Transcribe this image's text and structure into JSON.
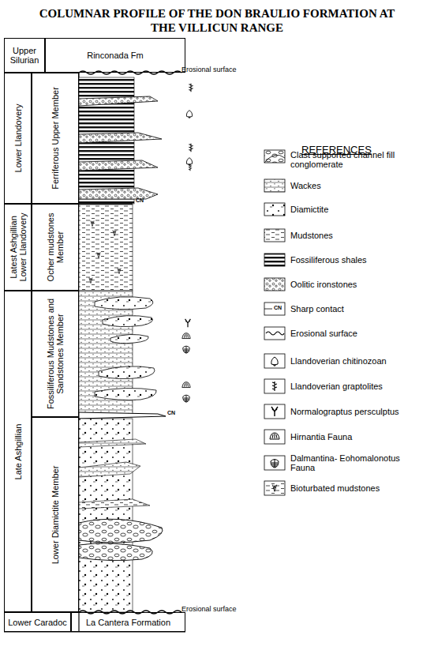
{
  "diagram": {
    "title": "COLUMNAR PROFILE OF THE DON BRAULIO FORMATION AT THE VILLICUN RANGE",
    "nodes": [
      {
        "text": [
          "Upper Silurian"
        ]
      },
      {
        "text": [
          "Rinconada Fm"
        ]
      },
      {
        "text": [
          "Lower Llandovery"
        ]
      },
      {
        "text": [
          "Ferriferous Upper Member"
        ]
      },
      {
        "text": [
          "Latest Ashgillian Lower Llandovery"
        ]
      },
      {
        "text": [
          "Ocher mudstones Member"
        ]
      },
      {
        "text": [
          "Fossiliferous Mudstones and Sandstones Member"
        ]
      },
      {
        "text": [
          "Late Ashgillian"
        ]
      },
      {
        "text": [
          "Lower Diamictite Member"
        ]
      },
      {
        "text": [
          "Lower Caradoc"
        ]
      },
      {
        "text": [
          "La Cantera Formation"
        ]
      }
    ],
    "labels": [
      "REFERENCES",
      "Erosional surface",
      "CN",
      "CN",
      "Erosional surface",
      "CN"
    ],
    "legend": [
      {
        "text": "Clast supported channel fill conglomerate"
      },
      {
        "text": "Wackes"
      },
      {
        "text": "Diamictite"
      },
      {
        "text": "Mudstones"
      },
      {
        "text": "Fossiliferous shales"
      },
      {
        "text": "Oolitic ironstones"
      },
      {
        "text": "Sharp contact"
      },
      {
        "text": "Erosional surface"
      },
      {
        "text": "Llandoverian chitinozoan"
      },
      {
        "text": "Llandoverian graptolites"
      },
      {
        "text": "Normalograptus persculptus"
      },
      {
        "text": "Hirnantia Fauna"
      },
      {
        "text": "Dalmantina- Eohomalonotus Fauna"
      },
      {
        "text": "Bioturbated mudstones"
      }
    ]
  }
}
